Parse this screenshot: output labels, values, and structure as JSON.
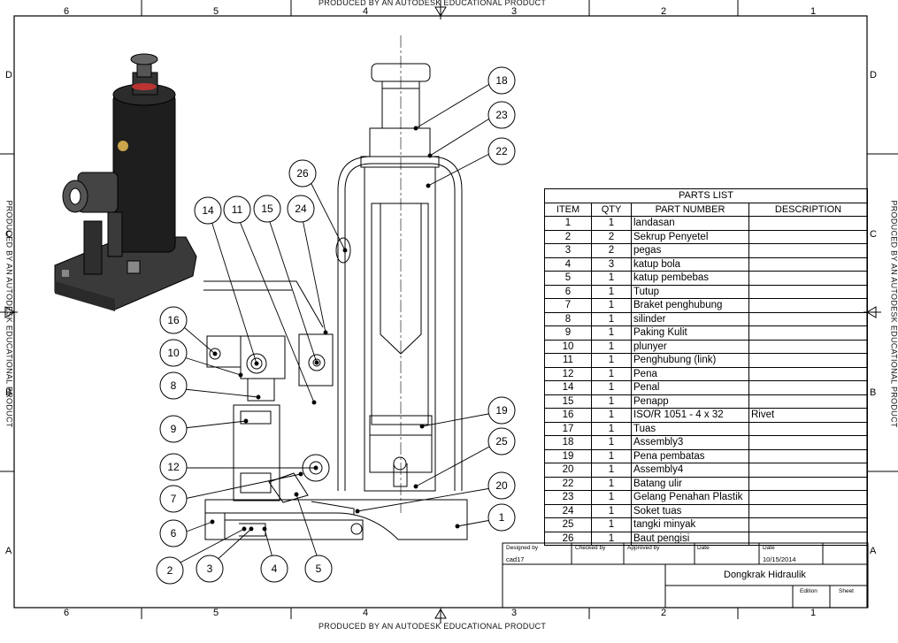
{
  "watermark": {
    "text": "PRODUCED BY AN AUTODESK EDUCATIONAL PRODUCT"
  },
  "zones": {
    "columns": [
      "6",
      "5",
      "4",
      "3",
      "2",
      "1"
    ],
    "rows": [
      "D",
      "C",
      "B",
      "A"
    ]
  },
  "parts_list": {
    "title": "PARTS LIST",
    "headers": [
      "ITEM",
      "QTY",
      "PART NUMBER",
      "DESCRIPTION"
    ],
    "rows": [
      {
        "item": "1",
        "qty": "1",
        "part": "landasan",
        "desc": ""
      },
      {
        "item": "2",
        "qty": "2",
        "part": "Sekrup Penyetel",
        "desc": ""
      },
      {
        "item": "3",
        "qty": "2",
        "part": "pegas",
        "desc": ""
      },
      {
        "item": "4",
        "qty": "3",
        "part": "katup bola",
        "desc": ""
      },
      {
        "item": "5",
        "qty": "1",
        "part": "katup pembebas",
        "desc": ""
      },
      {
        "item": "6",
        "qty": "1",
        "part": "Tutup",
        "desc": ""
      },
      {
        "item": "7",
        "qty": "1",
        "part": "Braket penghubung",
        "desc": ""
      },
      {
        "item": "8",
        "qty": "1",
        "part": "silinder",
        "desc": ""
      },
      {
        "item": "9",
        "qty": "1",
        "part": "Paking Kulit",
        "desc": ""
      },
      {
        "item": "10",
        "qty": "1",
        "part": "plunyer",
        "desc": ""
      },
      {
        "item": "11",
        "qty": "1",
        "part": "Penghubung (link)",
        "desc": ""
      },
      {
        "item": "12",
        "qty": "1",
        "part": "Pena",
        "desc": ""
      },
      {
        "item": "14",
        "qty": "1",
        "part": "Penal",
        "desc": ""
      },
      {
        "item": "15",
        "qty": "1",
        "part": "Penapp",
        "desc": ""
      },
      {
        "item": "16",
        "qty": "1",
        "part": "ISO/R 1051 - 4 x 32",
        "desc": "Rivet"
      },
      {
        "item": "17",
        "qty": "1",
        "part": "Tuas",
        "desc": ""
      },
      {
        "item": "18",
        "qty": "1",
        "part": "Assembly3",
        "desc": ""
      },
      {
        "item": "19",
        "qty": "1",
        "part": "Pena pembatas",
        "desc": ""
      },
      {
        "item": "20",
        "qty": "1",
        "part": "Assembly4",
        "desc": ""
      },
      {
        "item": "22",
        "qty": "1",
        "part": "Batang ulir",
        "desc": ""
      },
      {
        "item": "23",
        "qty": "1",
        "part": "Gelang Penahan Plastik",
        "desc": ""
      },
      {
        "item": "24",
        "qty": "1",
        "part": "Soket tuas",
        "desc": ""
      },
      {
        "item": "25",
        "qty": "1",
        "part": "tangki minyak",
        "desc": ""
      },
      {
        "item": "26",
        "qty": "1",
        "part": "Baut pengisi",
        "desc": ""
      }
    ]
  },
  "title_block": {
    "designed_by_label": "Designed by",
    "designed_by": "cad17",
    "checked_by_label": "Checked by",
    "approved_by_label": "Approved by",
    "date_label": "Date",
    "date_label2": "Date",
    "date": "10/15/2014",
    "title": "Dongkrak Hidraulik",
    "edition_label": "Edition",
    "sheet_label": "Sheet"
  },
  "balloons": [
    "18",
    "23",
    "22",
    "26",
    "14",
    "11",
    "15",
    "24",
    "16",
    "10",
    "8",
    "9",
    "12",
    "7",
    "6",
    "2",
    "3",
    "4",
    "5",
    "19",
    "25",
    "20",
    "1"
  ]
}
